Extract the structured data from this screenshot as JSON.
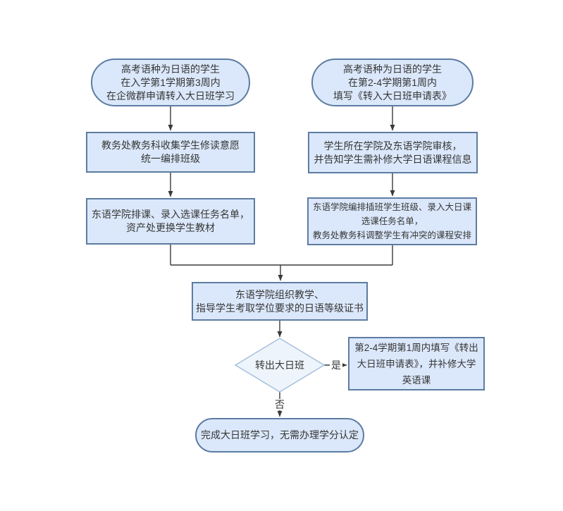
{
  "diagram": {
    "type": "flowchart",
    "colors": {
      "node_fill": "#dbe8fb",
      "node_border": "#5d7ca1",
      "decision_fill": "#edf4fb",
      "decision_border": "#a6c0dc",
      "connector": "#3a3a3a",
      "text": "#363636",
      "background": "#ffffff"
    },
    "nodes": {
      "start_left": {
        "type": "start",
        "text": "高考语种为日语的学生\n在入学第1学期第3周内\n在企微群申请转入大日班学习"
      },
      "start_right": {
        "type": "start",
        "text": "高考语种为日语的学生\n在第2-4学期第1周内\n填写《转入大日班申请表》"
      },
      "process_left_1": {
        "type": "process",
        "text": "教务处教务科收集学生修读意愿\n统一编排班级"
      },
      "process_right_1": {
        "type": "process",
        "text": "学生所在学院及东语学院审核，\n并告知学生需补修大学日语课程信息"
      },
      "process_left_2": {
        "type": "process",
        "text": "东语学院排课、录入选课任务名单，\n资产处更换学生教材"
      },
      "process_right_2": {
        "type": "process",
        "text": "东语学院编排插班学生班级、录入大日课\n选课任务名单，\n教务处教务科调整学生有冲突的课程安排"
      },
      "process_merge": {
        "type": "process",
        "text": "东语学院组织教学、\n指导学生考取学位要求的日语等级证书"
      },
      "decision_transfer_out": {
        "type": "decision",
        "text": "转出大日班"
      },
      "process_transfer_out": {
        "type": "process",
        "text": "第2-4学期第1周内填写《转出\n大日班申请表》，并补修大学\n英语课"
      },
      "end_complete": {
        "type": "end",
        "text": "完成大日班学习，无需办理学分认定"
      }
    },
    "edge_labels": {
      "yes": "是",
      "no": "否"
    }
  }
}
